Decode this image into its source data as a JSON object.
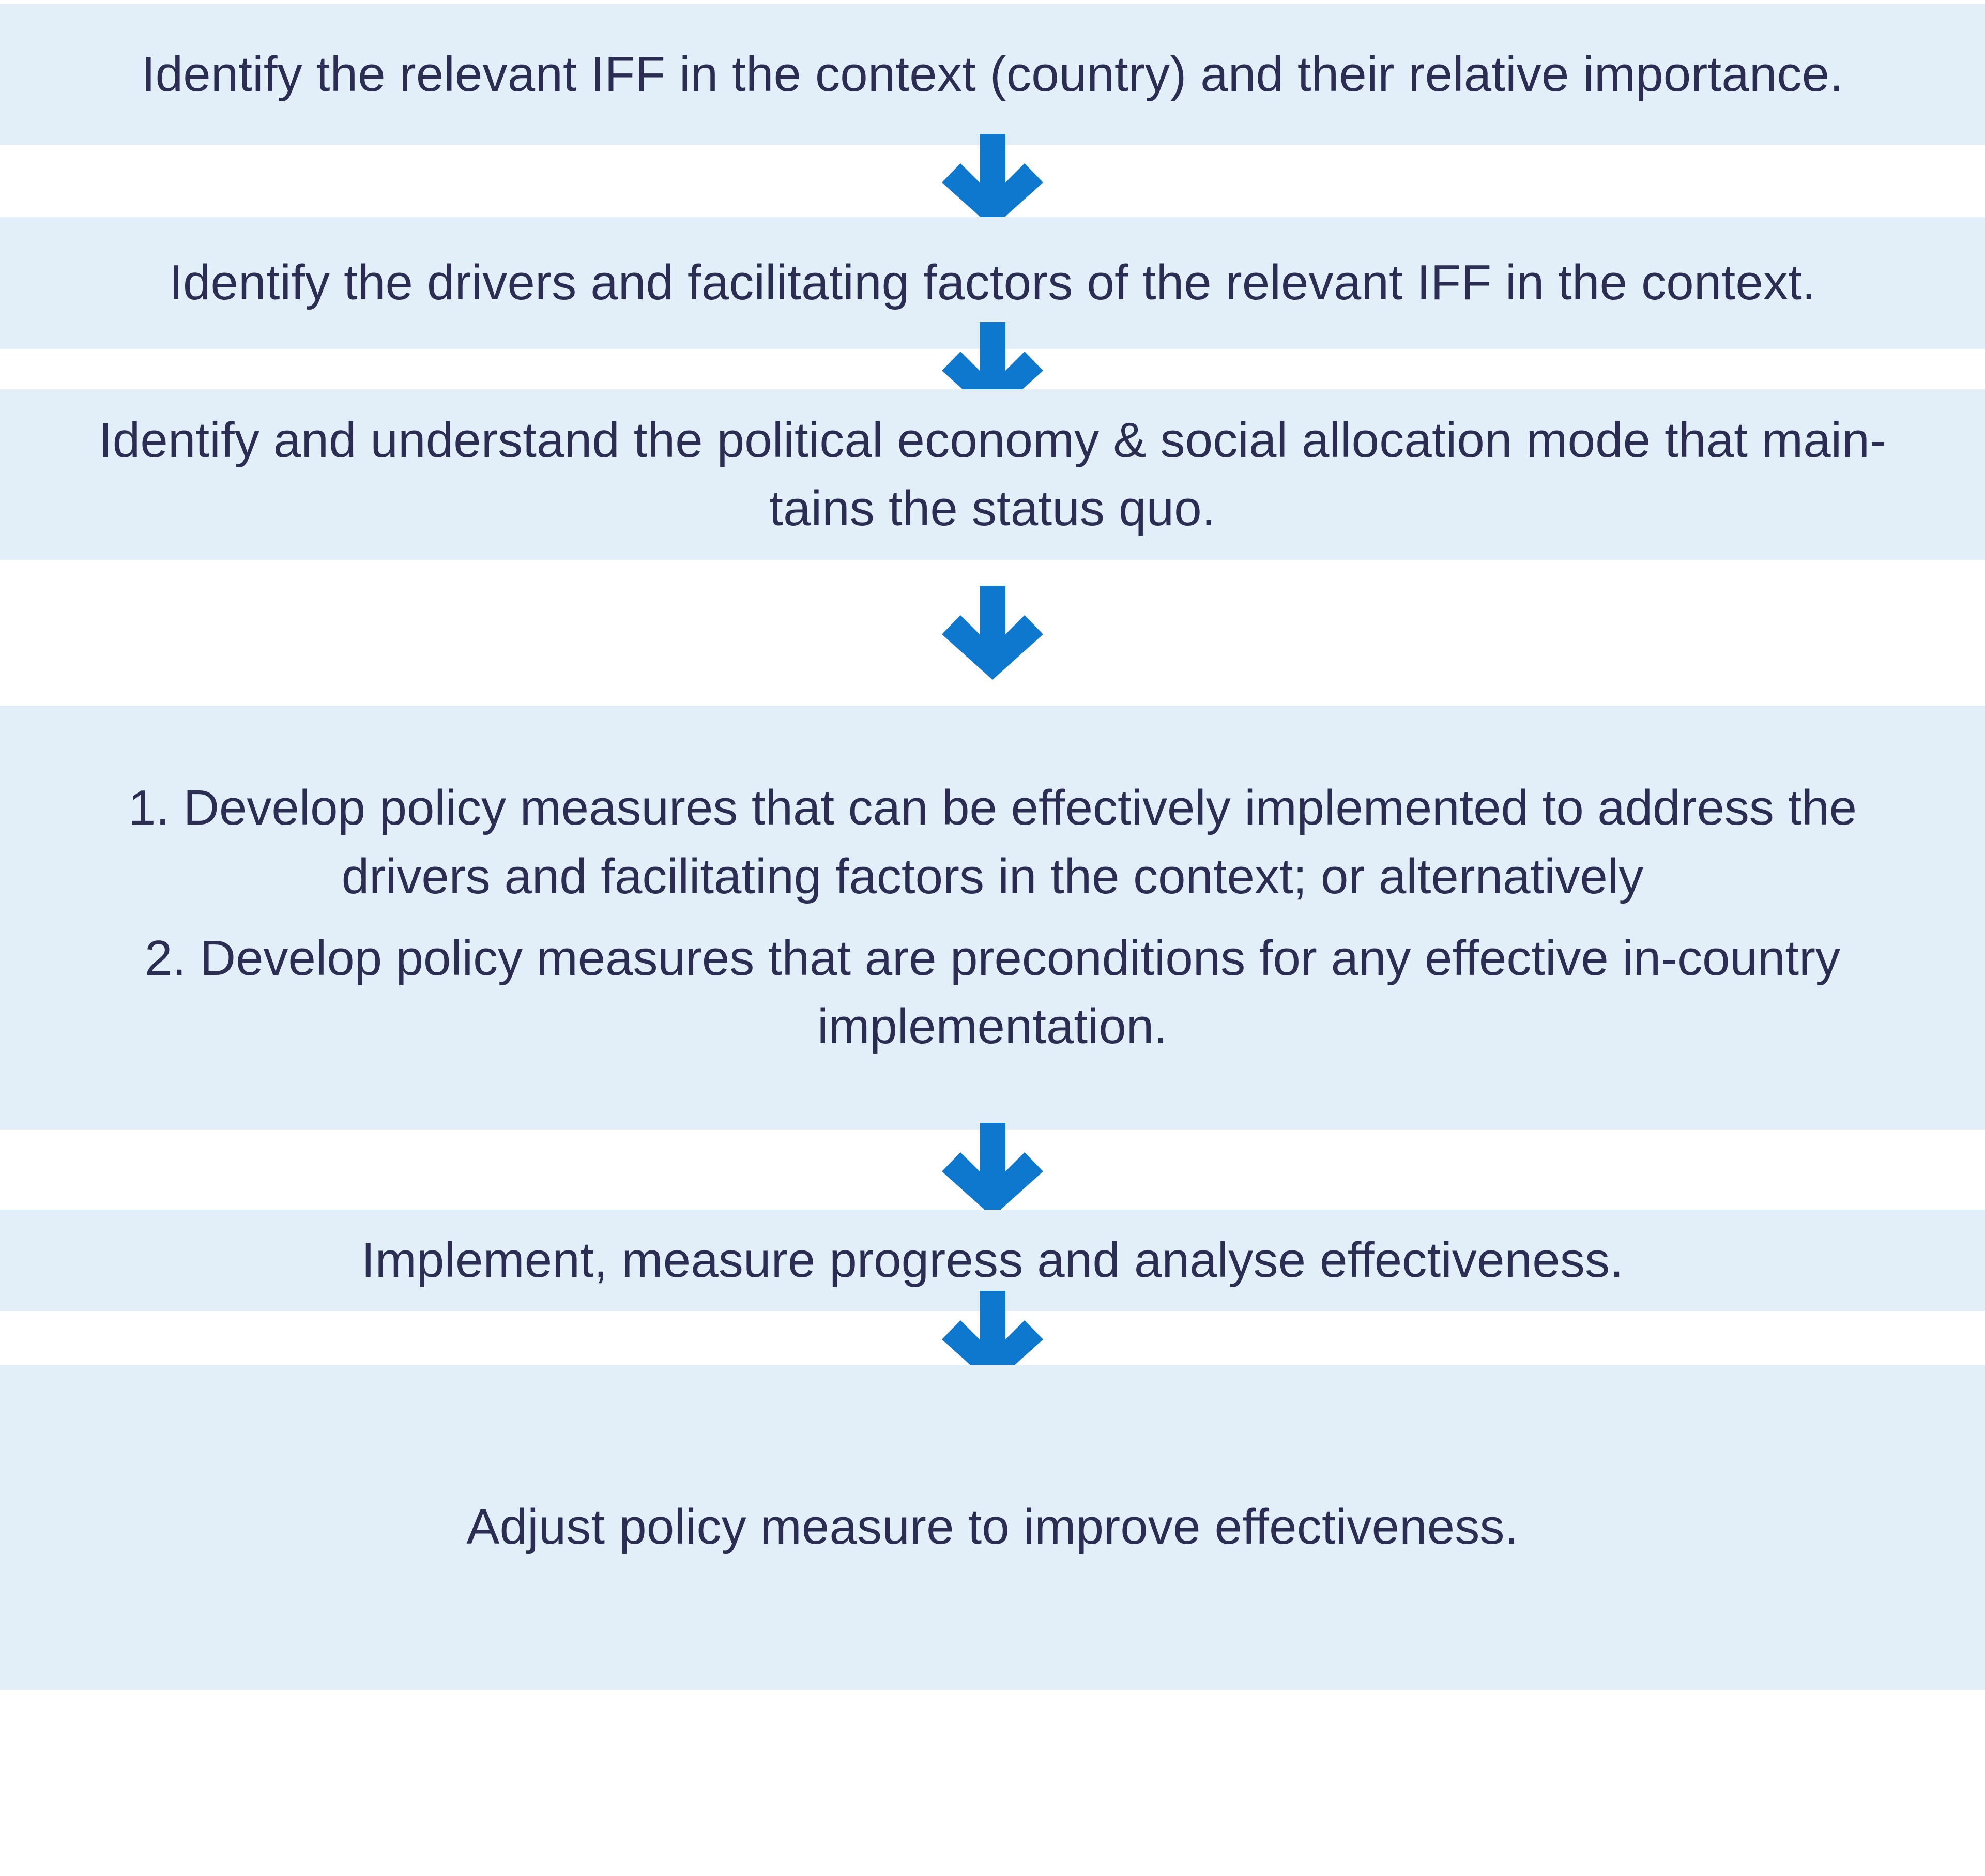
{
  "diagram": {
    "title": "IFF policy response process flow",
    "colors": {
      "box_background": "#e2eff8",
      "text": "#2b2d52",
      "arrow": "#0d78ce",
      "page_background": "#ffffff"
    },
    "arrow_icon_name": "down-arrow-icon",
    "steps": [
      {
        "id": "step-1",
        "text": "Identify the relevant IFF in the context (country) and their relative importance."
      },
      {
        "id": "step-2",
        "text": "Identify the drivers and facilitating factors of the relevant IFF in the context."
      },
      {
        "id": "step-3",
        "text": "Identify and understand the political economy & social allocation mode that main-\ntains the status quo."
      },
      {
        "id": "step-4",
        "items": [
          "1. Develop policy measures that can be effectively implemented to address the\ndrivers and facilitating factors in the context; or alternatively",
          "2. Develop policy measures that are preconditions for any effective in-country\nimplementation."
        ]
      },
      {
        "id": "step-5",
        "text": "Implement, measure progress and analyse effectiveness."
      },
      {
        "id": "step-6",
        "text": "Adjust policy measure to improve effectiveness."
      }
    ],
    "connectors": [
      {
        "id": "connector-1-2",
        "label": "down-arrow"
      },
      {
        "id": "connector-2-3",
        "label": "down-arrow"
      },
      {
        "id": "connector-3-4",
        "label": "down-arrow"
      },
      {
        "id": "connector-4-5",
        "label": "down-arrow"
      },
      {
        "id": "connector-5-6",
        "label": "down-arrow"
      }
    ]
  }
}
